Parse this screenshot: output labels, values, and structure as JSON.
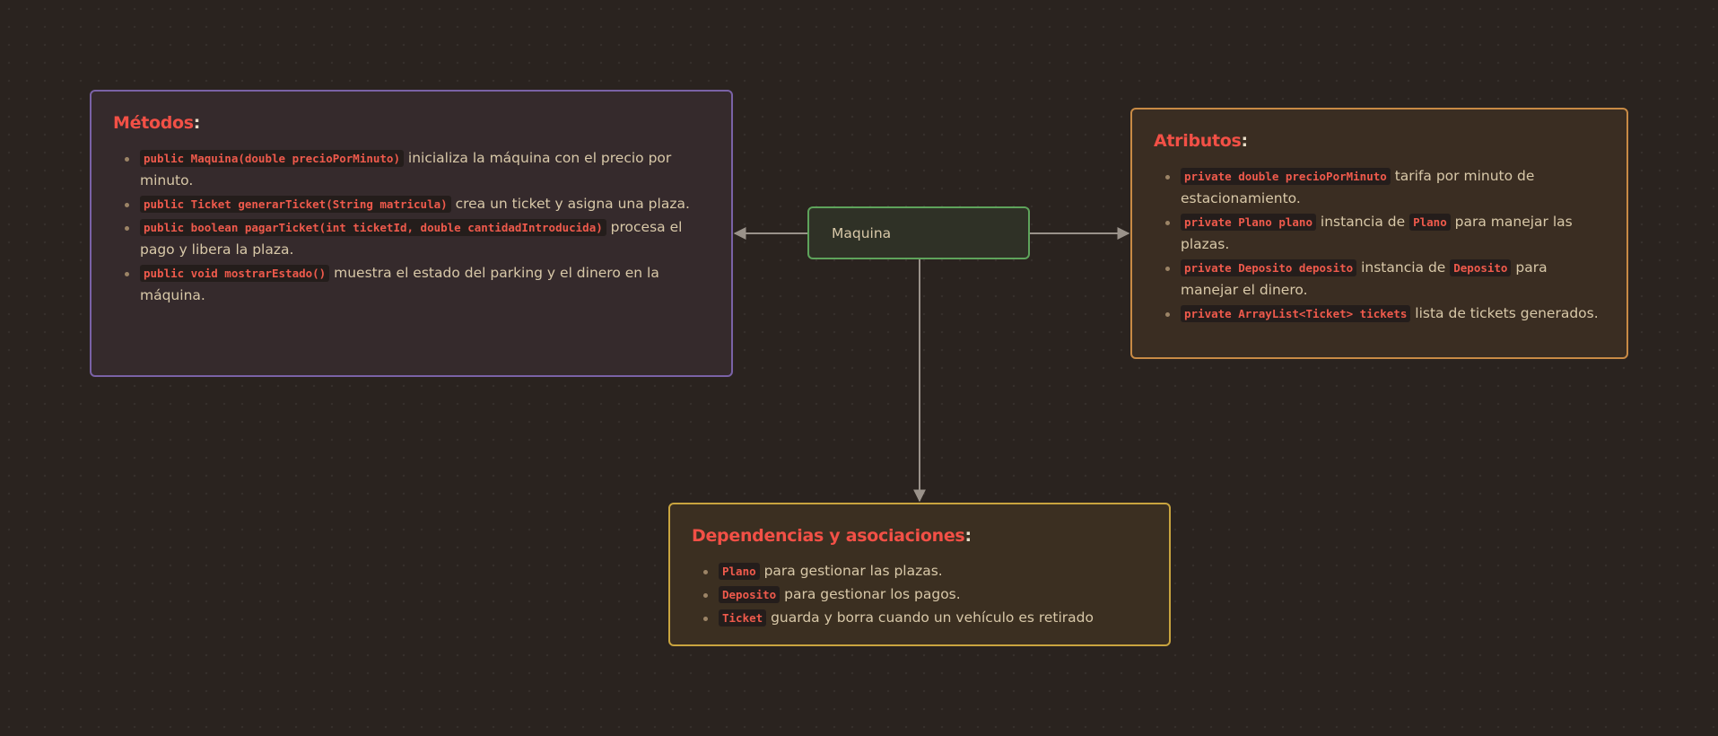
{
  "center_node": {
    "label": "Maquina"
  },
  "methods": {
    "title": "Métodos",
    "colon": ":",
    "items": [
      {
        "code": "public Maquina(double precioPorMinuto)",
        "text": " inicializa la máquina con el precio por minuto."
      },
      {
        "code": "public Ticket generarTicket(String matricula)",
        "text": " crea un ticket y asigna una plaza."
      },
      {
        "code": "public boolean pagarTicket(int ticketId, double cantidadIntroducida)",
        "text": " procesa el pago y libera la plaza."
      },
      {
        "code": "public void mostrarEstado()",
        "text": " muestra el estado del parking y el dinero en la máquina."
      }
    ]
  },
  "attributes": {
    "title": "Atributos",
    "colon": ":",
    "items": [
      {
        "code1": "private double precioPorMinuto",
        "text1": " tarifa por minuto de estacionamiento."
      },
      {
        "code1": "private Plano plano",
        "text1": " instancia de ",
        "code2": "Plano",
        "text2": " para manejar las plazas."
      },
      {
        "code1": "private Deposito deposito",
        "text1": " instancia de ",
        "code2": "Deposito",
        "text2": " para manejar el dinero."
      },
      {
        "code1": "private ArrayList<Ticket> tickets",
        "text1": " lista de tickets generados."
      }
    ]
  },
  "dependencies": {
    "title": "Dependencias y asociaciones",
    "colon": ":",
    "items": [
      {
        "code": "Plano",
        "text": " para gestionar las plazas."
      },
      {
        "code": "Deposito",
        "text": " para gestionar los pagos."
      },
      {
        "code": "Ticket",
        "text": " guarda y borra cuando un vehículo es retirado"
      }
    ]
  },
  "colors": {
    "background": "#2a231f",
    "title_red": "#f25046",
    "methods_border": "#7a62a6",
    "attributes_border": "#c88a45",
    "dependencies_border": "#c9a43f",
    "center_border": "#5ea35b",
    "edge": "#9a928a"
  }
}
